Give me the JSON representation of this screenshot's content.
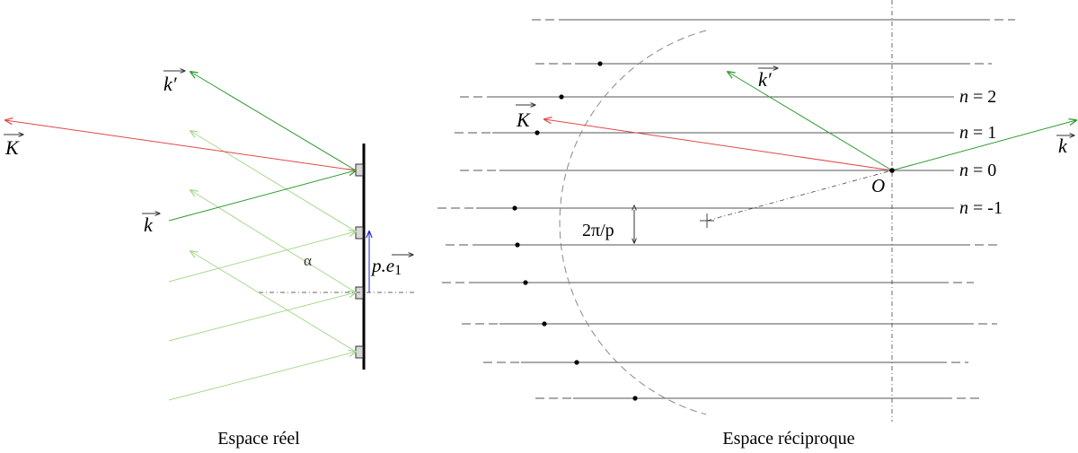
{
  "captions": {
    "real_space": "Espace réel",
    "reciprocal_space": "Espace réciproque"
  },
  "real_space": {
    "labels": {
      "K_vec": "K",
      "k_prime_vec": "k′",
      "k_vec": "k",
      "alpha": "α",
      "period_vector": "p.e",
      "period_vector_subscript": "1"
    }
  },
  "reciprocal_space": {
    "labels": {
      "K_vec": "K",
      "k_prime_vec": "k′",
      "k_vec": "k",
      "origin": "O",
      "spacing": "2π/p"
    },
    "orders": [
      {
        "key": "n2",
        "text": "n = 2"
      },
      {
        "key": "n1",
        "text": "n = 1"
      },
      {
        "key": "n0",
        "text": "n = 0"
      },
      {
        "key": "nm1",
        "text": "n = -1"
      }
    ]
  },
  "colors": {
    "incident": "#2e9a2e",
    "reflected": "#e04848",
    "diffracted": "#2e9a2e",
    "light_rays": "#a8d890",
    "period_vector": "#2020d0",
    "lines": "#555555",
    "dashed_circle": "#888888"
  }
}
